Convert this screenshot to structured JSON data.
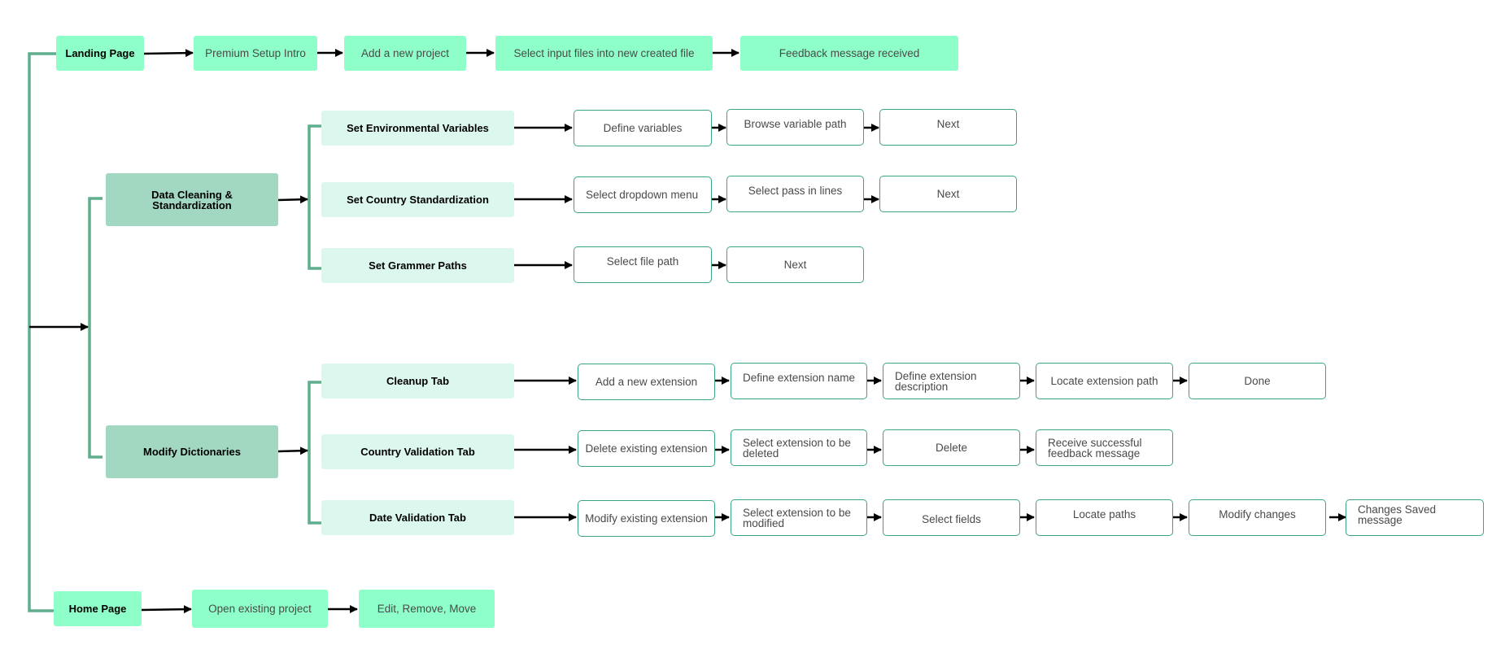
{
  "colors": {
    "main_fill": "#8effc9",
    "section_fill": "#a2d8c2",
    "sub_fill": "#dcf7ed",
    "step_border": "#3aa680",
    "bracket": "#5fae8e",
    "arrow": "#000000"
  },
  "nodes": {
    "landing": "Landing Page",
    "premium": "Premium Setup Intro",
    "add_project": "Add a new project",
    "select_input": "Select input files into new created file",
    "feedback": "Feedback message received",
    "data_cleaning": "Data Cleaning & Standardization",
    "set_env": "Set Environmental Variables",
    "define_vars": "Define variables",
    "browse_path": "Browse variable path",
    "next_1": "Next",
    "set_country": "Set Country Standardization",
    "select_dropdown": "Select dropdown menu",
    "select_pass": "Select pass in lines",
    "next_2": "Next",
    "set_grammer": "Set Grammer Paths",
    "select_file_path": "Select file path",
    "next_3": "Next",
    "modify_dict": "Modify Dictionaries",
    "cleanup_tab": "Cleanup Tab",
    "add_ext": "Add a new extension",
    "define_ext_name": "Define extension name",
    "define_ext_desc": "Define extension description",
    "locate_ext_path": "Locate extension path",
    "done": "Done",
    "country_tab": "Country Validation Tab",
    "delete_ext": "Delete existing extension",
    "select_ext_delete": "Select extension to be deleted",
    "delete": "Delete",
    "receive_feedback": "Receive successful feedback message",
    "date_tab": "Date Validation Tab",
    "modify_ext": "Modify existing extension",
    "select_ext_modify": "Select extension to be modified",
    "select_fields": "Select fields",
    "locate_paths": "Locate paths",
    "modify_changes": "Modify changes",
    "changes_saved": "Changes Saved message",
    "home": "Home Page",
    "open_project": "Open existing project",
    "edit_remove": "Edit, Remove, Move"
  }
}
